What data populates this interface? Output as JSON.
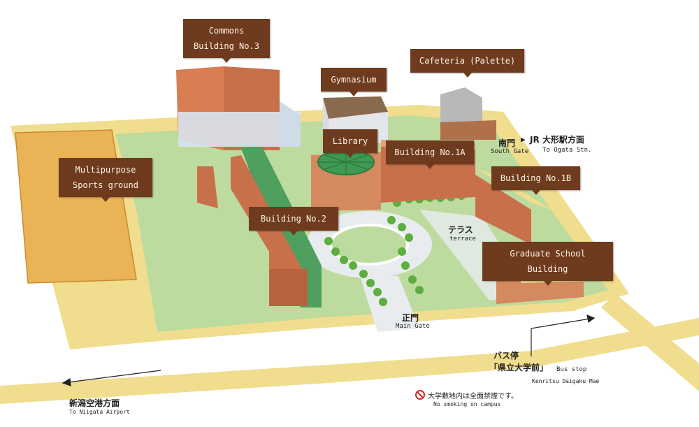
{
  "colors": {
    "road": "#f1dd8e",
    "lawn": "#bedb9f",
    "field": "#e9b356",
    "brick": "#c8704a",
    "label_bg": "#6e3b1f",
    "label_text": "#fff3e3",
    "no_smoking": "#d22a2a"
  },
  "labels": {
    "commons": [
      "Commons",
      "Building No.3"
    ],
    "gymnasium": "Gymnasium",
    "cafeteria": "Cafeteria (Palette)",
    "multipurpose": [
      "Multipurpose",
      "Sports ground"
    ],
    "library": "Library",
    "building_1a": "Building No.1A",
    "building_1b": "Building No.1B",
    "building_2": "Building No.2",
    "graduate_school": "Graduate School Building"
  },
  "places": {
    "south_gate": {
      "jp": "南門",
      "en": "South Gate"
    },
    "jr_station": {
      "jp": "JR 大形駅方面",
      "en": "To Ogata Stn.",
      "arrow": "▶"
    },
    "terrace": {
      "jp": "テラス",
      "en": "terrace"
    },
    "main_gate": {
      "jp": "正門",
      "en": "Main Gate"
    },
    "bus_stop": {
      "jp1": "バス停",
      "jp2": "「県立大学前」",
      "en1": "Bus stop",
      "en2": "Kenritsu Daigaku Mae"
    },
    "airport": {
      "jp": "新潟空港方面",
      "en": "To Niigata Airport"
    }
  },
  "notice": {
    "jp": "大学敷地内は全面禁煙です。",
    "en": "No smoking on campus",
    "icon": "no-smoking-icon"
  }
}
